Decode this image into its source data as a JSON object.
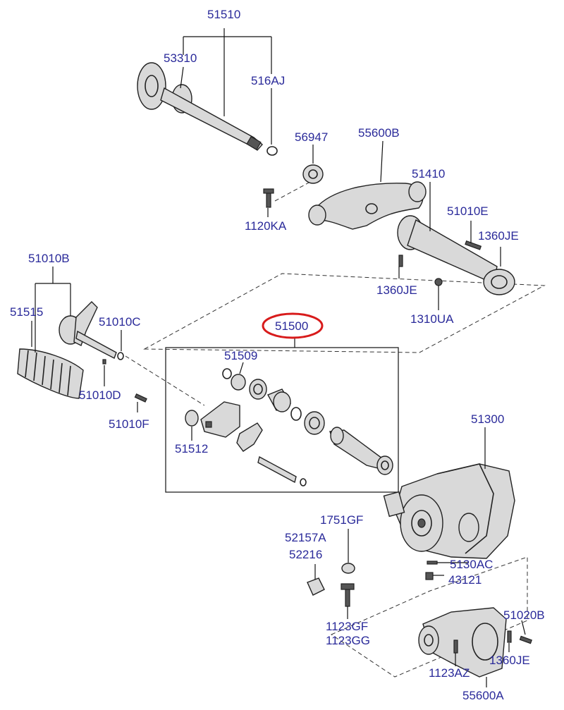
{
  "labels": {
    "p51510": "51510",
    "p53310": "53310",
    "p516AJ": "516AJ",
    "p56947": "56947",
    "p55600B": "55600B",
    "p51410": "51410",
    "p51010E": "51010E",
    "p1120KA": "1120KA",
    "p1360JE_a": "1360JE",
    "p1360JE_b": "1360JE",
    "p1310UA": "1310UA",
    "p51010B": "51010B",
    "p51515": "51515",
    "p51010C": "51010C",
    "p51500": "51500",
    "p51509": "51509",
    "p51010D": "51010D",
    "p51010F": "51010F",
    "p51512": "51512",
    "p51300": "51300",
    "p1751GF": "1751GF",
    "p52157A": "52157A",
    "p52216": "52216",
    "p5130AC": "5130AC",
    "p43121": "43121",
    "p51020B": "51020B",
    "p1123GF": "1123GF",
    "p1123GG": "1123GG",
    "p1123AZ": "1123AZ",
    "p1360JE_c": "1360JE",
    "p55600A": "55600A"
  },
  "colors": {
    "label_text": "#2a2a9a",
    "highlight_ring": "#d81b1b",
    "line": "#222222"
  }
}
